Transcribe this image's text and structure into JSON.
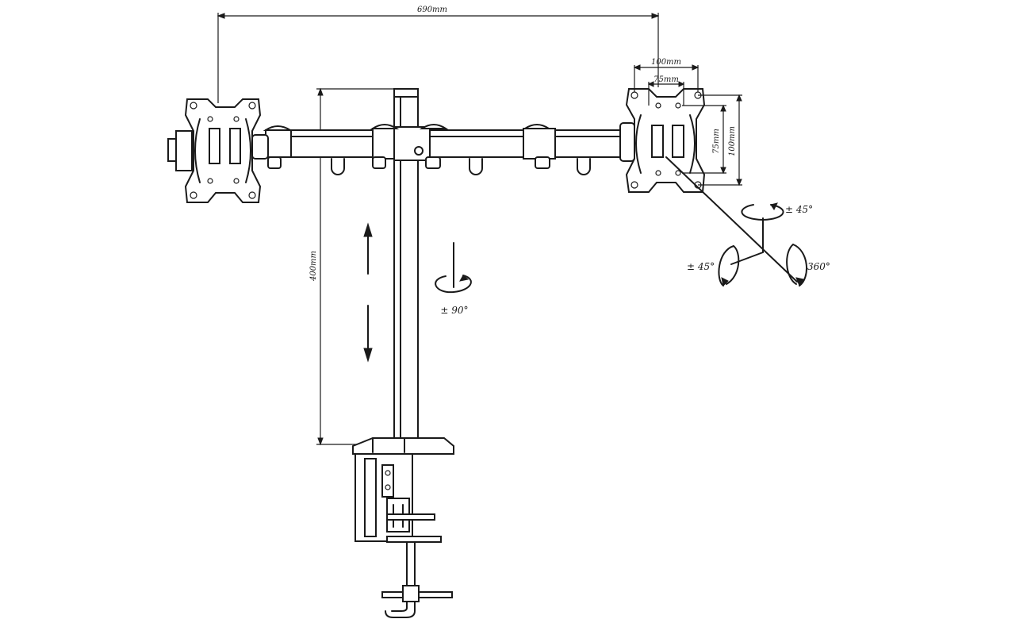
{
  "dimensions": {
    "arm_span": "690mm",
    "vesa_outer_width": "100mm",
    "vesa_inner_width": "75mm",
    "vesa_inner_height": "75mm",
    "vesa_outer_height": "100mm",
    "pole_height": "400mm"
  },
  "rotations": {
    "pole_swivel": "± 90°",
    "head_tilt": "± 45°",
    "head_swivel": "± 45°",
    "head_rotate": "360°"
  }
}
